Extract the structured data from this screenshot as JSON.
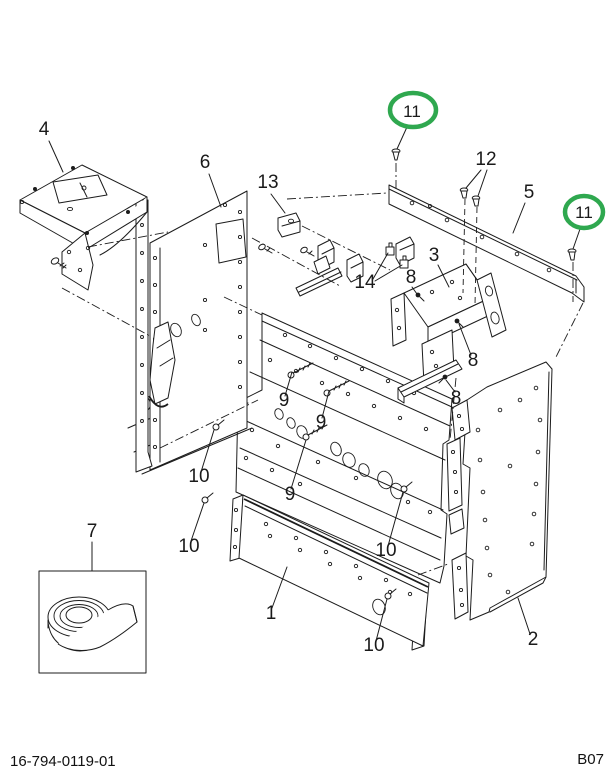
{
  "document": {
    "type": "exploded-parts-diagram",
    "footer": {
      "doc_number": "16-794-0119-01",
      "sheet_code": "B07"
    }
  },
  "colors": {
    "background": "#ffffff",
    "line": "#1c1c1c",
    "highlight_green": "#2fa84f"
  },
  "callouts": {
    "c1": {
      "label": "1"
    },
    "c2": {
      "label": "2"
    },
    "c3": {
      "label": "3"
    },
    "c4": {
      "label": "4"
    },
    "c5": {
      "label": "5"
    },
    "c6": {
      "label": "6"
    },
    "c7": {
      "label": "7"
    },
    "c8a": {
      "label": "8"
    },
    "c8b": {
      "label": "8"
    },
    "c8c": {
      "label": "8"
    },
    "c9a": {
      "label": "9"
    },
    "c9b": {
      "label": "9"
    },
    "c9c": {
      "label": "9"
    },
    "c10a": {
      "label": "10"
    },
    "c10b": {
      "label": "10"
    },
    "c10c": {
      "label": "10"
    },
    "c10d": {
      "label": "10"
    },
    "c11a": {
      "label": "11",
      "highlighted": true
    },
    "c11b": {
      "label": "11",
      "highlighted": true
    },
    "c12": {
      "label": "12"
    },
    "c13": {
      "label": "13"
    },
    "c14": {
      "label": "14"
    }
  }
}
